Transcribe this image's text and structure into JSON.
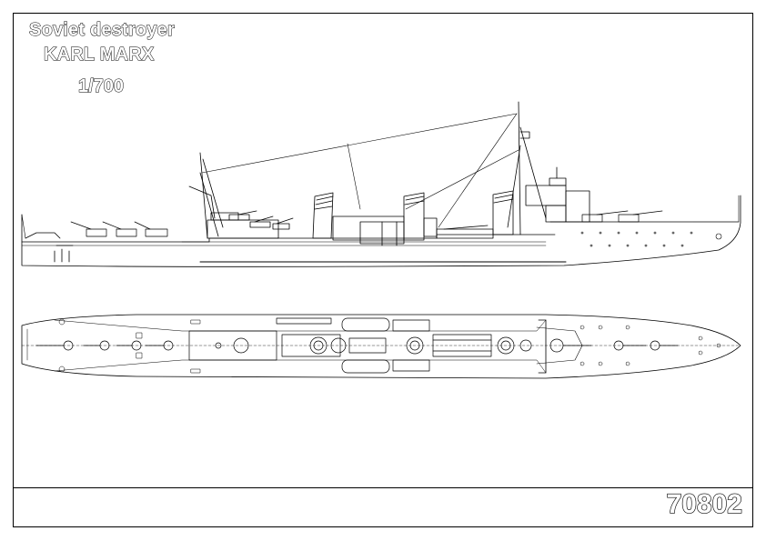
{
  "title": {
    "line1": "Soviet destroyer",
    "line2": "KARL MARX",
    "scale": "1/700"
  },
  "kit_number": "70802",
  "colors": {
    "line": "#000000",
    "background": "#ffffff"
  }
}
